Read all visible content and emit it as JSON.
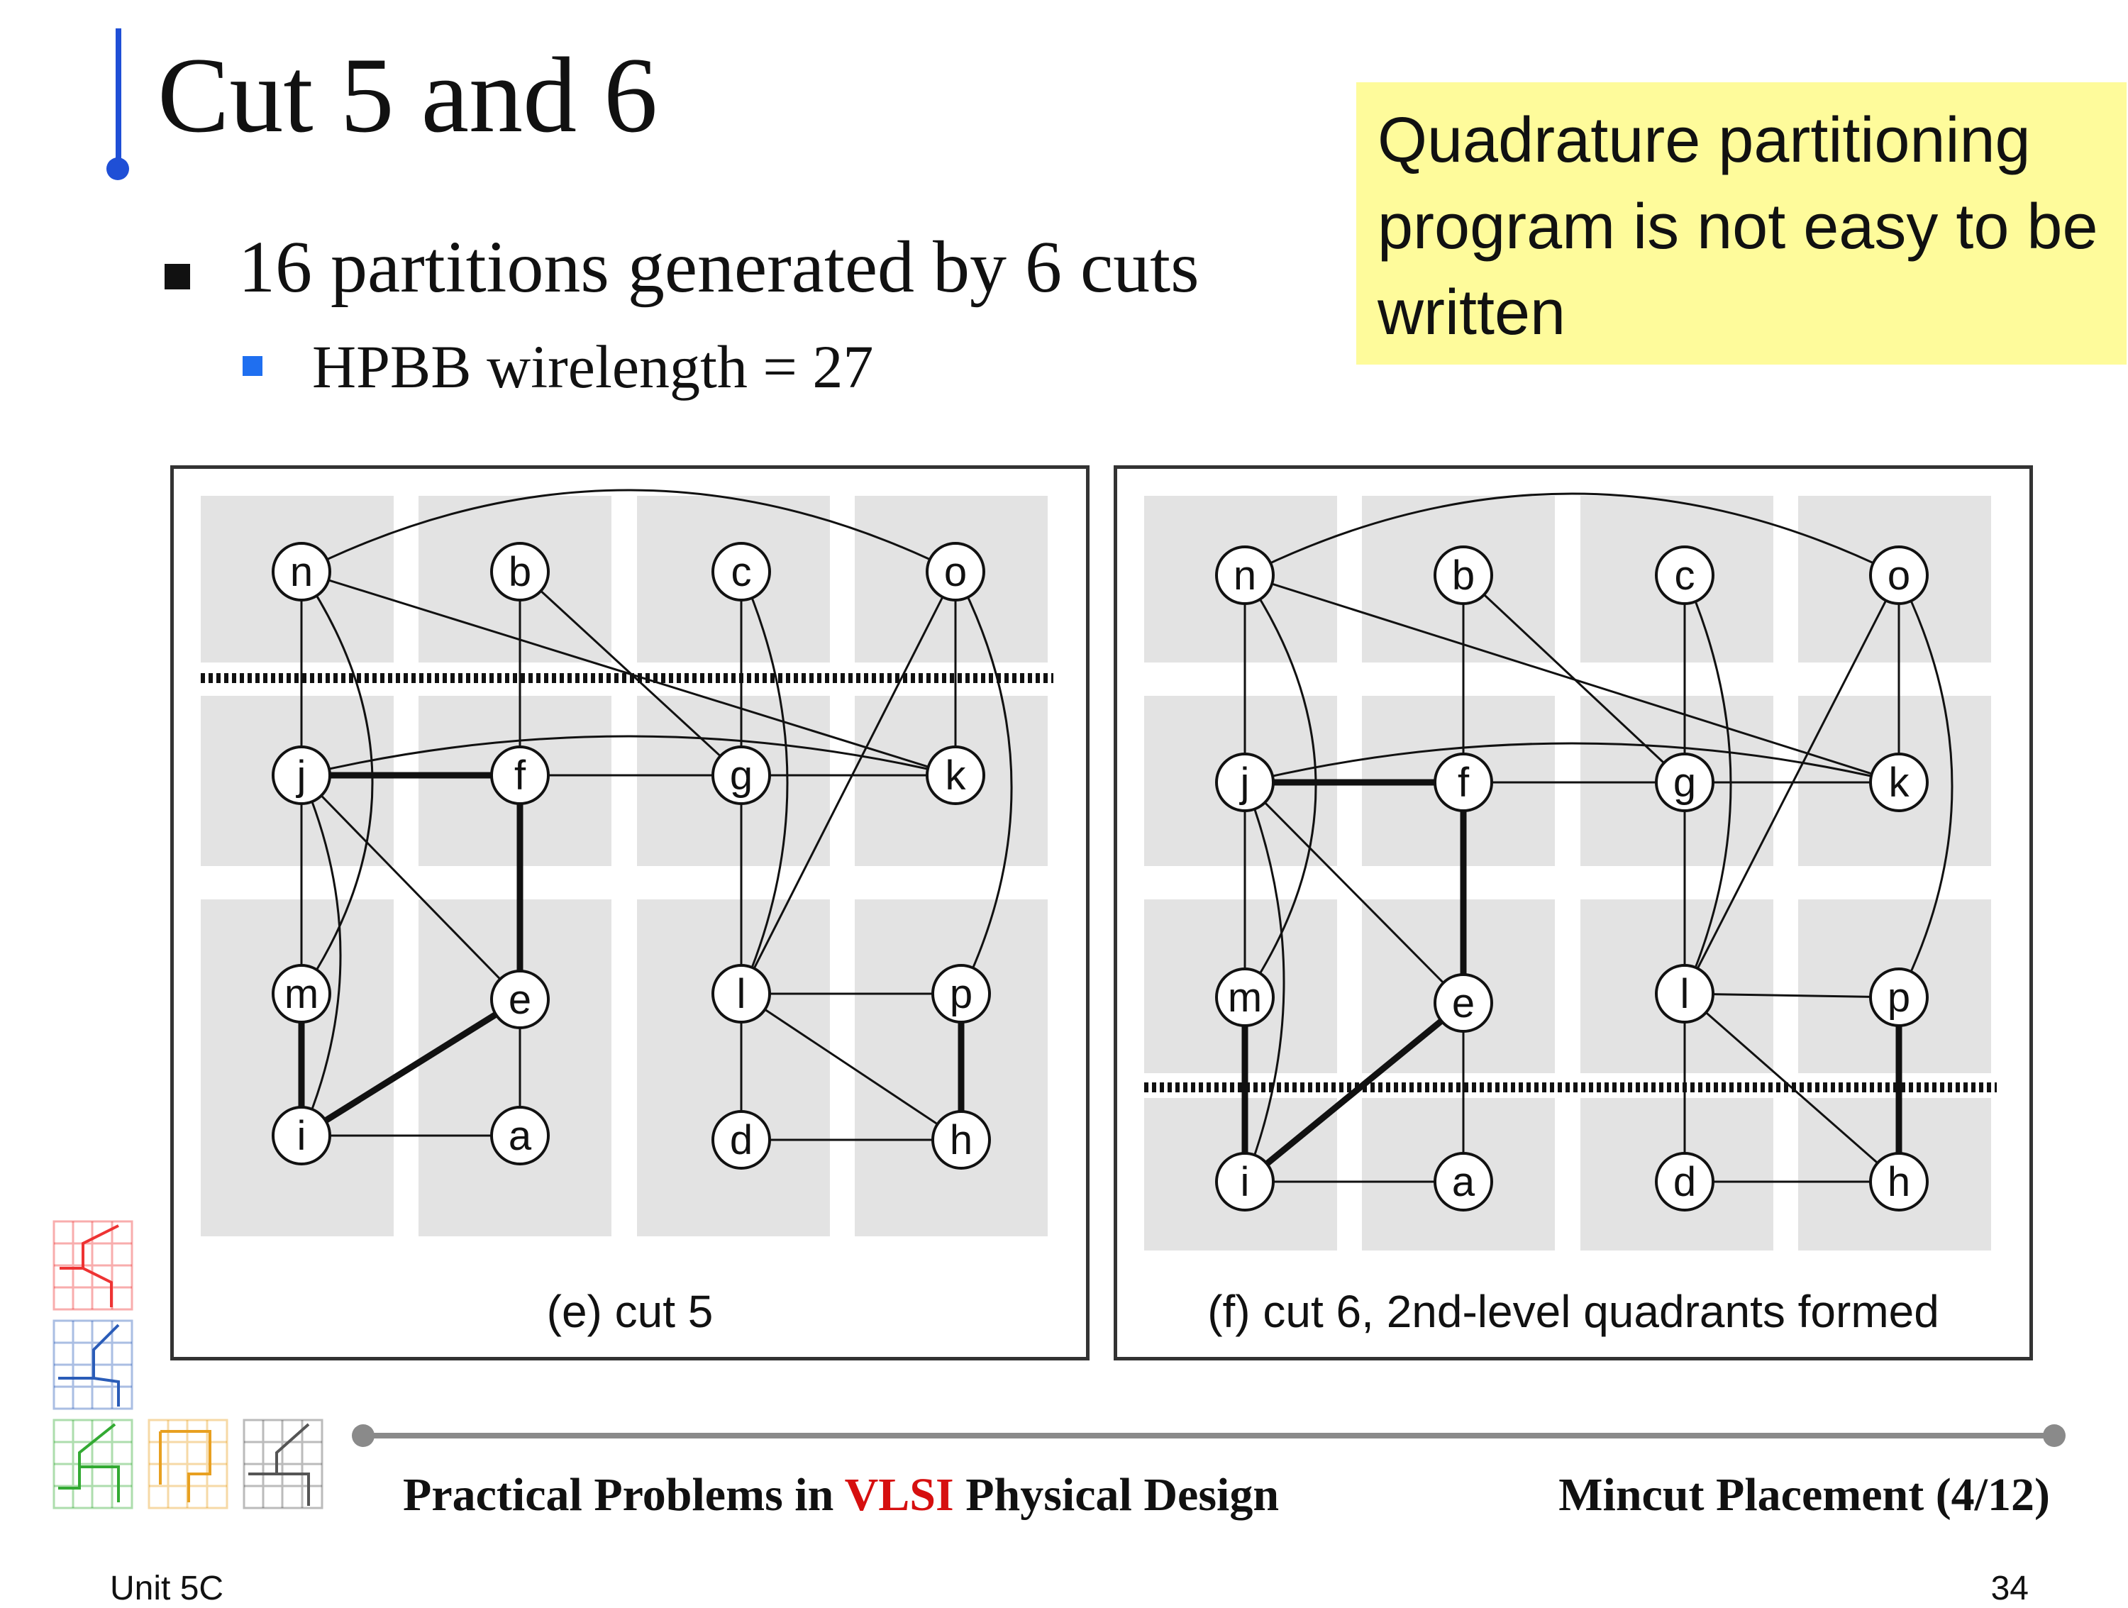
{
  "slide": {
    "title": "Cut 5 and 6",
    "bullet1": "16 partitions generated by 6 cuts",
    "bullet2": "HPBB wirelength = 27",
    "note": "Quadrature partitioning program is not easy to be written"
  },
  "colors": {
    "accent_blue": "#1f4fd6",
    "bullet_blue": "#1f6ff0",
    "note_yellow": "#fefb9b",
    "region_gray": "#e3e3e3",
    "vlsi_red": "#d60f0f"
  },
  "panels": [
    {
      "id": "e",
      "caption": "(e) cut 5"
    },
    {
      "id": "f",
      "caption": "(f) cut 6, 2nd-level quadrants formed"
    }
  ],
  "graph": {
    "nodes": [
      "n",
      "b",
      "c",
      "o",
      "j",
      "f",
      "g",
      "k",
      "m",
      "e",
      "l",
      "p",
      "i",
      "a",
      "d",
      "h"
    ],
    "thick_edges": [
      [
        "j",
        "f"
      ],
      [
        "f",
        "e"
      ],
      [
        "e",
        "i"
      ],
      [
        "m",
        "i"
      ],
      [
        "p",
        "h"
      ]
    ],
    "thin_edges": [
      [
        "n",
        "j"
      ],
      [
        "b",
        "f"
      ],
      [
        "b",
        "g"
      ],
      [
        "c",
        "g"
      ],
      [
        "o",
        "k"
      ],
      [
        "o",
        "l"
      ],
      [
        "n",
        "k"
      ],
      [
        "j",
        "g"
      ],
      [
        "f",
        "g"
      ],
      [
        "g",
        "k"
      ],
      [
        "j",
        "e"
      ],
      [
        "j",
        "m"
      ],
      [
        "g",
        "l"
      ],
      [
        "i",
        "a"
      ],
      [
        "e",
        "a"
      ],
      [
        "l",
        "p"
      ],
      [
        "l",
        "d"
      ],
      [
        "l",
        "h"
      ],
      [
        "d",
        "h"
      ],
      [
        "n",
        "o"
      ],
      [
        "n",
        "m"
      ],
      [
        "j",
        "i"
      ],
      [
        "j",
        "k"
      ],
      [
        "c",
        "l"
      ],
      [
        "o",
        "p"
      ]
    ]
  },
  "footer": {
    "left_pre": "Practical Problems in ",
    "left_accent": "VLSI",
    "left_post": " Physical Design",
    "right": "Mincut Placement (4/12)"
  },
  "unit": "Unit 5C",
  "page": "34"
}
